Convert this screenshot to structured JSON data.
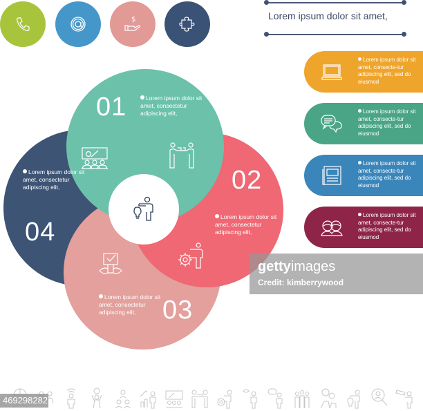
{
  "top_icons": [
    {
      "name": "phone-icon",
      "color": "#a8c43c"
    },
    {
      "name": "at-sign-icon",
      "color": "#4697c9"
    },
    {
      "name": "money-hand-icon",
      "color": "#e29a97"
    },
    {
      "name": "puzzle-icon",
      "color": "#3a5275"
    }
  ],
  "header": {
    "title": "Lorem ipsum dolor sit amet,"
  },
  "side_items": [
    {
      "icon": "laptop-icon",
      "color": "#efa42c",
      "text": "Lorem ipsum dolor sit amet, consecte-tur adipiscing elit, sed do eiusmod"
    },
    {
      "icon": "chat-bubbles-icon",
      "color": "#4aa587",
      "text": "Lorem ipsum dolor sit amet, consecte-tur adipiscing elit, sed do eiusmod"
    },
    {
      "icon": "document-icon",
      "color": "#3a86bb",
      "text": "Lorem ipsum dolor sit amet, consecte-tur adipiscing elit, sed do eiusmod"
    },
    {
      "icon": "two-people-icon",
      "color": "#8e2548",
      "text": "Lorem ipsum dolor sit amet, consecte-tur adipiscing elit, sed do eiusmod"
    }
  ],
  "cycle": {
    "center_icon": "person-lightbulb-icon",
    "steps": [
      {
        "number": "01",
        "color": "#6cc1aa",
        "icon": "people-puzzle-icon",
        "text": "Lorem ipsum dolor sit amet, consectetur adipiscing elit,"
      },
      {
        "number": "02",
        "color": "#ef6874",
        "icon": "person-gear-icon",
        "text": "Lorem ipsum dolor sit amet, consectetur adipiscing elit,"
      },
      {
        "number": "03",
        "color": "#e3a09c",
        "icon": "checklist-person-icon",
        "text": "Lorem ipsum dolor sit amet, consectetur adipiscing elit,"
      },
      {
        "number": "04",
        "color": "#3d5474",
        "icon": "presentation-audience-icon",
        "text": "Lorem ipsum dolor sit amet, consectetur adipiscing elit,"
      }
    ]
  },
  "watermark": {
    "brand_bold": "getty",
    "brand_light": "images",
    "credit": "Credit: kimberrywood",
    "image_id": "469298282"
  },
  "bottom_icons": [
    "globe-people-icon",
    "people-group-icon",
    "person-wifi-icon",
    "person-idea-icon",
    "org-chart-icon",
    "person-growth-chart-icon",
    "presentation-icon",
    "people-puzzle-icon",
    "person-gear-icon",
    "person-ideas-icon",
    "person-speech-icon",
    "team-icon",
    "teamwork-gears-icon",
    "person-lightbulb-icon",
    "magnifier-person-icon",
    "person-telescope-icon"
  ]
}
